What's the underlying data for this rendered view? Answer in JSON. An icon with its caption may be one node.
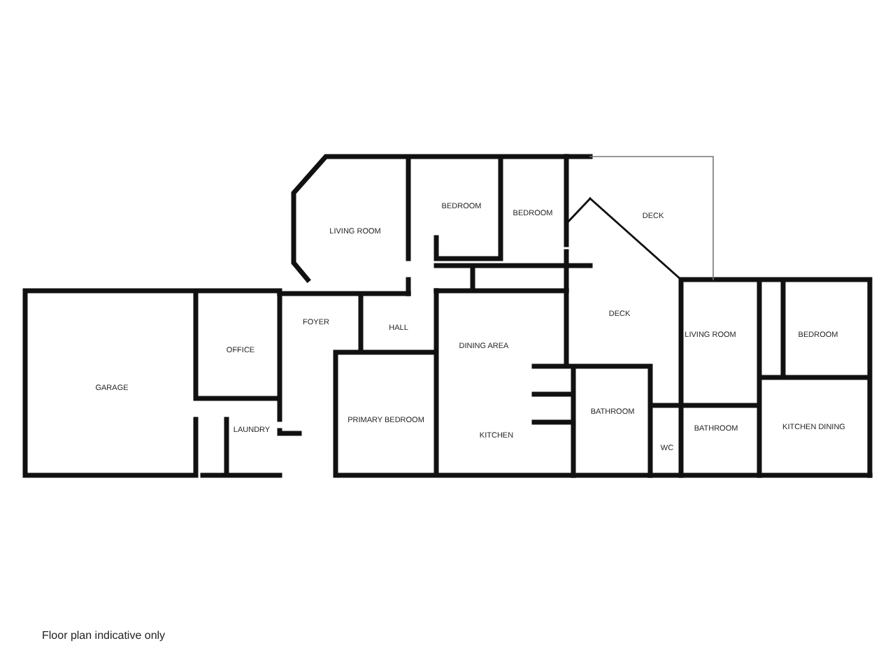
{
  "diagram": {
    "caption": "Floor plan indicative only",
    "labels": [
      "BEDROOM",
      "BEDROOM",
      "DECK",
      "LIVING ROOM",
      "DECK",
      "FOYER",
      "HALL",
      "LIVING ROOM",
      "BEDROOM",
      "DINING AREA",
      "OFFICE",
      "GARAGE",
      "BATHROOM",
      "PRIMARY BEDROOM",
      "LAUNDRY",
      "BATHROOM",
      "KITCHEN DINING",
      "KITCHEN",
      "WC"
    ]
  }
}
